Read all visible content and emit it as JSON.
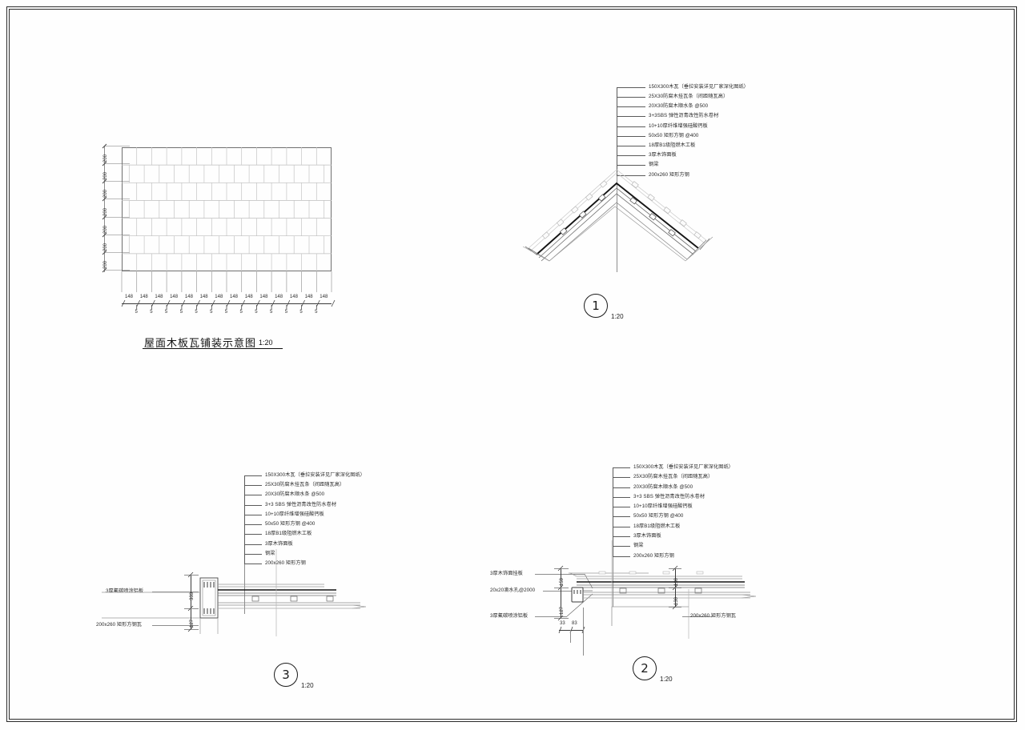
{
  "sheet": {
    "background": "#ffffff",
    "line_color": "#333333"
  },
  "drawing_1": {
    "id": "1",
    "scale": "1:20",
    "description": "roof ridge section detail",
    "leader_notes": [
      "150X300木瓦（垂拉安装详见厂家深化图纸）",
      "25X30防腐木挂瓦条（间距随瓦高）",
      "20X30防腐木顺水条 @500",
      "3+3SBS 弹性沥青改性防水卷材",
      "10+10厚纤维增强硅酸钙板",
      "50x50  矩形方钢  @400",
      "18厚B1级阻燃木工板",
      "3厚木饰面板",
      "钢梁",
      "200x260  矩形方钢"
    ]
  },
  "drawing_2": {
    "id": "2",
    "scale": "1:20",
    "description": "eave edge detail with drip hole",
    "leader_notes": [
      "150X300木瓦（垂拉安装详见厂家深化图纸）",
      "25X30防腐木挂瓦条（间距随瓦高）",
      "20X30防腐木顺水条 @500",
      "3+3  SBS 弹性沥青改性防水卷材",
      "10+10厚纤维增强硅酸钙板",
      "50x50  矩形方钢 @400",
      "18厚B1级阻燃木工板",
      "3厚木饰面板",
      "钢梁",
      "200x260  矩形方钢"
    ],
    "left_notes": [
      "3厚木饰面挂板",
      "20x20滴水孔@2000",
      "3厚氟碳喷涂铝板"
    ],
    "right_note": "200x260  矩形方钢瓦",
    "dims_vertical_left": [
      "159",
      "127"
    ],
    "dims_vertical_right": [
      "130",
      "130"
    ],
    "dims_horizontal": [
      "33",
      "83"
    ]
  },
  "drawing_3": {
    "id": "3",
    "scale": "1:20",
    "description": "eave soffit detail",
    "leader_notes": [
      "150X300木瓦（垂拉安装详见厂家深化图纸）",
      "25X30防腐木挂瓦条（间距随瓦高）",
      "20X30防腐木顺水条 @500",
      "3+3  SBS 弹性沥青改性防水卷材",
      "10+10厚纤维增强硅酸钙板",
      "50x50  矩形方钢 @400",
      "18厚B1级阻燃木工板",
      "3厚木饰面板",
      "钢梁",
      "200x260  矩形方钢"
    ],
    "left_notes": [
      "3厚氟碳喷涂铝板",
      "200x260  矩形方钢瓦"
    ],
    "dims_vertical": [
      "333",
      "127"
    ]
  },
  "tile_plan": {
    "title": "屋面木板瓦铺装示意图",
    "scale": "1:20",
    "vertical_dims": [
      "200",
      "200",
      "200",
      "200",
      "200",
      "200",
      "200"
    ],
    "horizontal_dims_main": [
      "148",
      "148",
      "148",
      "148",
      "148",
      "148",
      "148",
      "148",
      "148",
      "148",
      "148",
      "148",
      "148",
      "148"
    ],
    "horizontal_dims_gap": [
      "5",
      "5",
      "5",
      "5",
      "5",
      "5",
      "5",
      "5",
      "5",
      "5",
      "5",
      "5",
      "5"
    ],
    "rows": 7,
    "cols": 14
  }
}
